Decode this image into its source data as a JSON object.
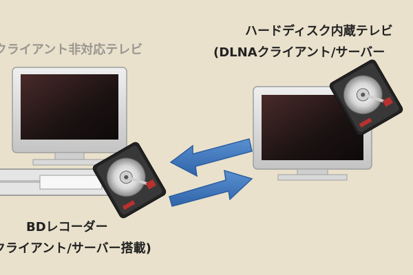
{
  "labels": {
    "left_tv": "Aクライアント非対応テレビ",
    "right_tv_line1": "ハードディスク内蔵テレビ",
    "right_tv_line2": "(DLNAクライアント/サーバー",
    "bd_line1": "BDレコーダー",
    "bd_line2": "クライアント/サーバー搭載)"
  },
  "colors": {
    "background": "#e9e1cc",
    "arrow": "#3f78bd",
    "tv_frame": "#d7d7d7",
    "tv_screen": "#2a1a1a",
    "muted_text": "#9a9690"
  }
}
